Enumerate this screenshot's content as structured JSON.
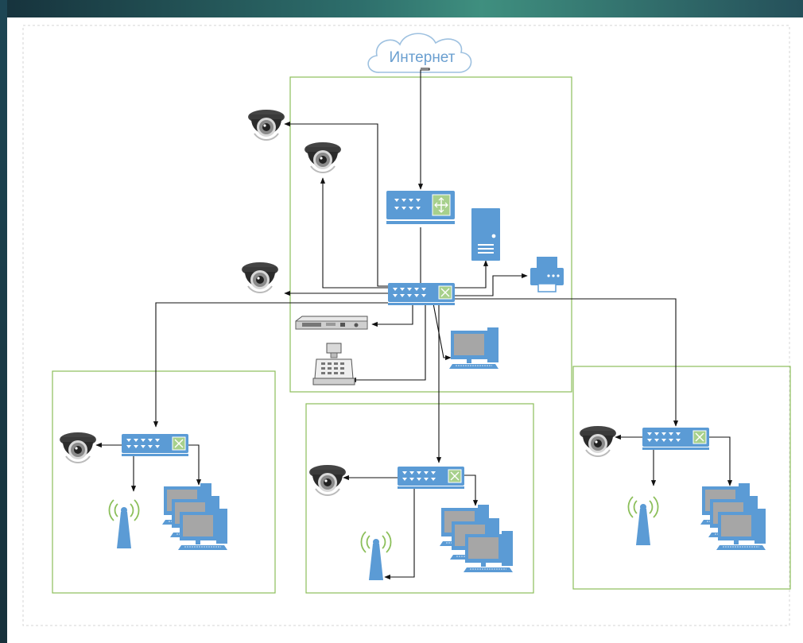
{
  "diagram": {
    "cloud_label": "Интернет",
    "colors": {
      "device_blue": "#5b9bd5",
      "frame_green": "#8cbf5a",
      "line": "#111111",
      "cloud_text": "#6a9fd0",
      "slide_gradient": [
        "#16323c",
        "#3f8f7f"
      ]
    },
    "zones": [
      {
        "id": "central-office",
        "devices": [
          "router",
          "core-switch",
          "server",
          "printer",
          "nvr",
          "cash-register",
          "workstation",
          "camera",
          "camera",
          "camera"
        ]
      },
      {
        "id": "branch-left",
        "devices": [
          "switch",
          "camera",
          "wifi-access-point",
          "workstations"
        ]
      },
      {
        "id": "branch-middle",
        "devices": [
          "switch",
          "camera",
          "wifi-access-point",
          "workstations"
        ]
      },
      {
        "id": "branch-right",
        "devices": [
          "switch",
          "camera",
          "wifi-access-point",
          "workstations"
        ]
      }
    ]
  }
}
